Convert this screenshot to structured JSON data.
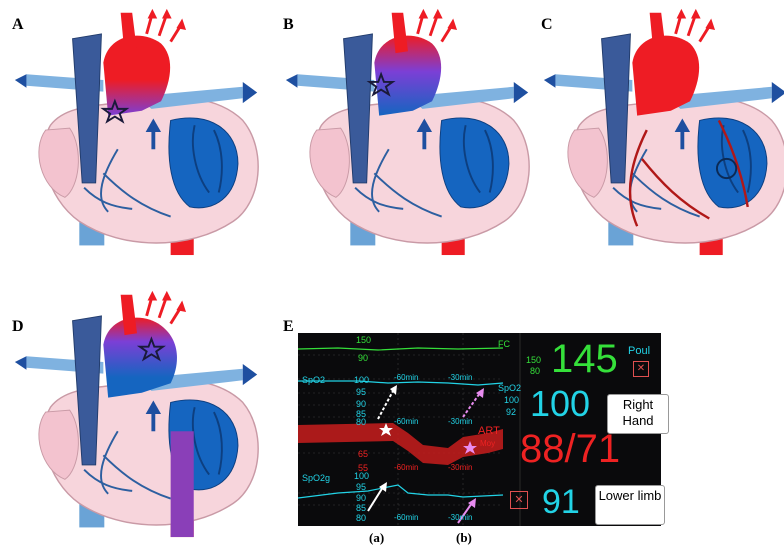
{
  "panels": {
    "a": {
      "letter": "A"
    },
    "b": {
      "letter": "B"
    },
    "c": {
      "letter": "C"
    },
    "d": {
      "letter": "D"
    },
    "e": {
      "letter": "E"
    }
  },
  "monitor": {
    "fc": {
      "label": "FC",
      "value": "145",
      "scale_top": "150",
      "scale_bottom": "80",
      "tick_labels": [
        "150",
        "90"
      ],
      "color": "#35e03a"
    },
    "spo2_hand": {
      "label": "SpO2",
      "value": "100",
      "scale_top": "100",
      "scale_bottom": "92",
      "tick_labels": [
        "100",
        "95",
        "90",
        "85",
        "80"
      ],
      "time_marks": [
        "-60min",
        "-30min"
      ],
      "color": "#22d3e6"
    },
    "art": {
      "label": "ART",
      "sublabel": "Moy",
      "value": "88/71",
      "tick_labels": [
        "65",
        "55"
      ],
      "time_marks": [
        "-60min",
        "-30min"
      ],
      "color": "#ee2222"
    },
    "spo2_limb": {
      "label": "SpO2g",
      "value": "91",
      "tick_labels": [
        "100",
        "95",
        "90",
        "85",
        "80"
      ],
      "time_marks": [
        "-60min",
        "-30min"
      ],
      "color": "#22d3e6"
    },
    "pouls": {
      "label": "Poul"
    }
  },
  "labels": {
    "right_hand": "Right Hand",
    "lower_limb": "Lower limb"
  },
  "captions": {
    "a": "(a)",
    "b": "(b)"
  },
  "colors": {
    "oxygenated": "#ee1c24",
    "deoxygenated": "#1565c0",
    "mixed": "#7b3fd6",
    "vena_cava": "#3a5a9a",
    "heart_wall": "#f7d5dc",
    "pulmonary": "#7fb2e0"
  }
}
